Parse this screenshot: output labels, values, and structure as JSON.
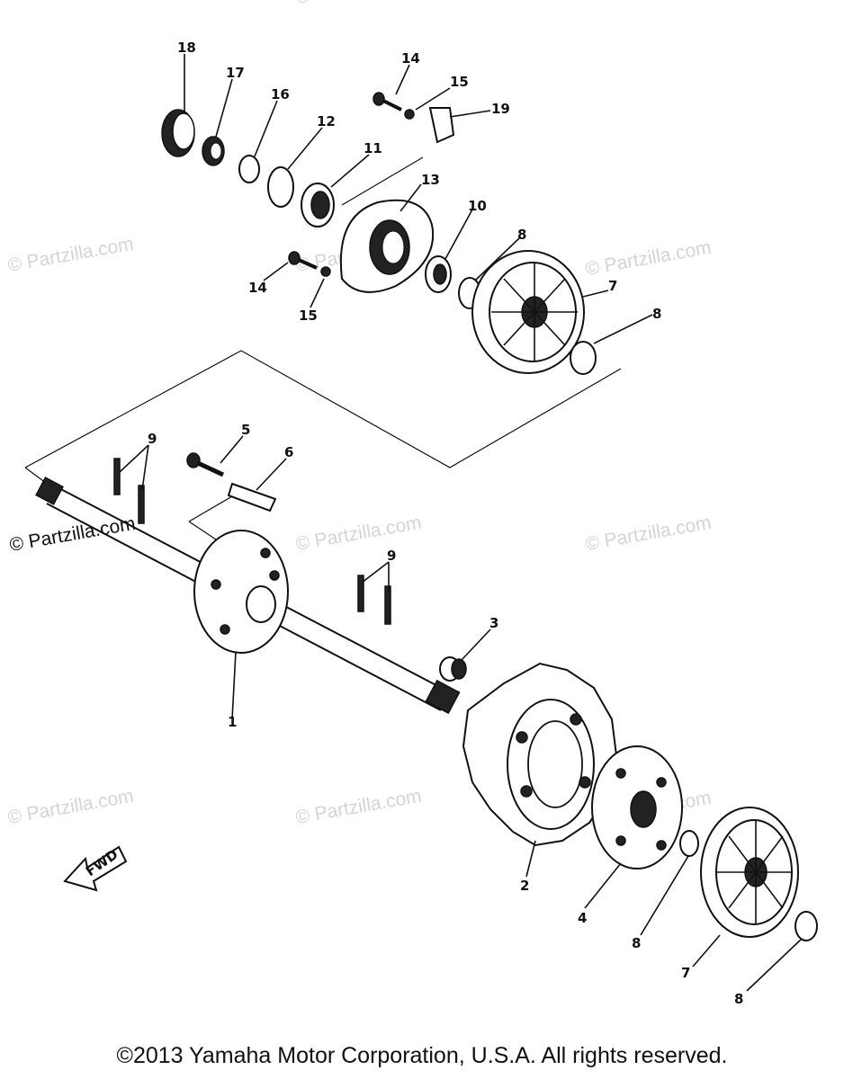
{
  "watermarks": [
    "© Partzilla.com",
    "© Partzilla.com",
    "© Partzilla.com",
    "© Partzilla.com",
    "© Partzilla.com",
    "© Partzilla.com",
    "© Partzilla.com",
    "© Partzilla.com",
    "© Partzilla.com"
  ],
  "watermark_dark": "© Partzilla.com",
  "fwd_label": "FWD",
  "callouts": {
    "c18": "18",
    "c17": "17",
    "c16": "16",
    "c12": "12",
    "c11": "11",
    "c14a": "14",
    "c15a": "15",
    "c19": "19",
    "c13": "13",
    "c10": "10",
    "c14b": "14",
    "c15b": "15",
    "c8a": "8",
    "c7a": "7",
    "c8b": "8",
    "c9a": "9",
    "c5": "5",
    "c6": "6",
    "c9b": "9",
    "c3": "3",
    "c1": "1",
    "c2": "2",
    "c4": "4",
    "c8c": "8",
    "c7b": "7",
    "c8d": "8"
  },
  "copyright": "©2013 Yamaha Motor Corporation, U.S.A. All rights reserved."
}
